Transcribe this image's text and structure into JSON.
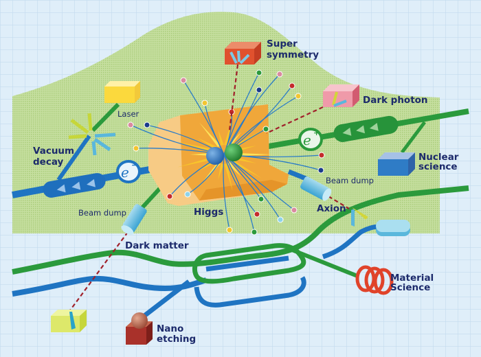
{
  "diagram": {
    "title": "Particle accelerator applications",
    "colors": {
      "background": "#dfeef9",
      "grid": "#c3daee",
      "halo": "#b5d58a",
      "electron_beam": "#1f74c2",
      "positron_beam": "#2b9a3c",
      "detector": "#f0a73a",
      "label": "#1c2a6b",
      "dashed_line": "#a0202a"
    },
    "labels": {
      "super_symmetry": [
        "Super",
        "symmetry"
      ],
      "dark_photon": "Dark photon",
      "laser": "Laser",
      "vacuum_decay": [
        "Vacuum",
        "decay"
      ],
      "nuclear_science": [
        "Nuclear",
        "science"
      ],
      "beam_dump_right": "Beam dump",
      "beam_dump_left": "Beam dump",
      "axion": "Axion",
      "higgs": "Higgs",
      "dark_matter": "Dark matter",
      "material_science": [
        "Material",
        "Science"
      ],
      "nano_etching": [
        "Nano",
        "etching"
      ]
    },
    "particles": {
      "electron": {
        "symbol": "e",
        "charge": "−"
      },
      "positron": {
        "symbol": "e",
        "charge": "+"
      }
    },
    "tracks": [
      {
        "end": [
          190,
          182
        ],
        "color": "#d98aa0"
      },
      {
        "end": [
          214,
          182
        ],
        "color": "#1a3a8a"
      },
      {
        "end": [
          198,
          216
        ],
        "color": "#f2c530"
      },
      {
        "end": [
          267,
          117
        ],
        "color": "#d98aa0"
      },
      {
        "end": [
          298,
          150
        ],
        "color": "#f2c530"
      },
      {
        "end": [
          337,
          163
        ],
        "color": "#c42b2b"
      },
      {
        "end": [
          377,
          106
        ],
        "color": "#2b9a3c"
      },
      {
        "end": [
          377,
          131
        ],
        "color": "#1a3a8a"
      },
      {
        "end": [
          407,
          108
        ],
        "color": "#d98aa0"
      },
      {
        "end": [
          425,
          125
        ],
        "color": "#c42b2b"
      },
      {
        "end": [
          434,
          140
        ],
        "color": "#f2c530"
      },
      {
        "end": [
          387,
          188
        ],
        "color": "#2b9a3c"
      },
      {
        "end": [
          468,
          226
        ],
        "color": "#c42b2b"
      },
      {
        "end": [
          467,
          248
        ],
        "color": "#1a3a8a"
      },
      {
        "end": [
          247,
          286
        ],
        "color": "#c42b2b"
      },
      {
        "end": [
          273,
          283
        ],
        "color": "#8fd3ea"
      },
      {
        "end": [
          334,
          335
        ],
        "color": "#f2c530"
      },
      {
        "end": [
          370,
          338
        ],
        "color": "#2b9a3c"
      },
      {
        "end": [
          374,
          312
        ],
        "color": "#c42b2b"
      },
      {
        "end": [
          408,
          320
        ],
        "color": "#8fd3ea"
      },
      {
        "end": [
          428,
          306
        ],
        "color": "#d98aa0"
      },
      {
        "end": [
          380,
          290
        ],
        "color": "#2b9a3c"
      }
    ]
  }
}
